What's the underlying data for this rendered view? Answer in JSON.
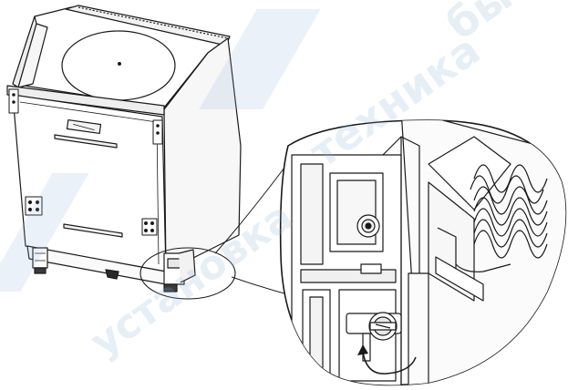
{
  "watermark": {
    "line1": "бытов",
    "line2": "техника",
    "line3": "установка",
    "color": "#8fb3d9"
  },
  "diagram": {
    "subject": "built-in-dishwasher-installation",
    "stroke_color": "#1a1a1a",
    "fill_color": "#ffffff",
    "icons": [
      "dishwasher-icon",
      "adjustment-foot-icon",
      "rotation-arrow-icon",
      "spring-icon"
    ]
  }
}
